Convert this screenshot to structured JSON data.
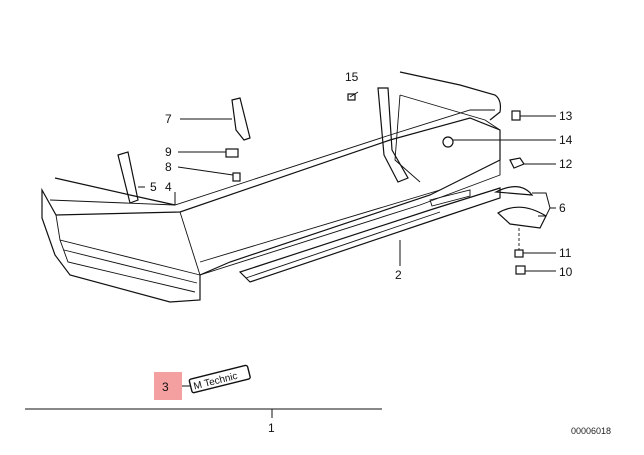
{
  "diagram": {
    "callouts": {
      "p1": "1",
      "p2": "2",
      "p3": "3",
      "p4": "4",
      "p5": "5",
      "p6": "6",
      "p7": "7",
      "p8": "8",
      "p9": "9",
      "p10": "10",
      "p11": "11",
      "p12": "12",
      "p13": "13",
      "p14": "14",
      "p15": "15"
    },
    "emblem_text": "M Technic",
    "highlighted_part": "3",
    "highlight_color": "#f4a0a0",
    "drawing_number": "00006018"
  }
}
